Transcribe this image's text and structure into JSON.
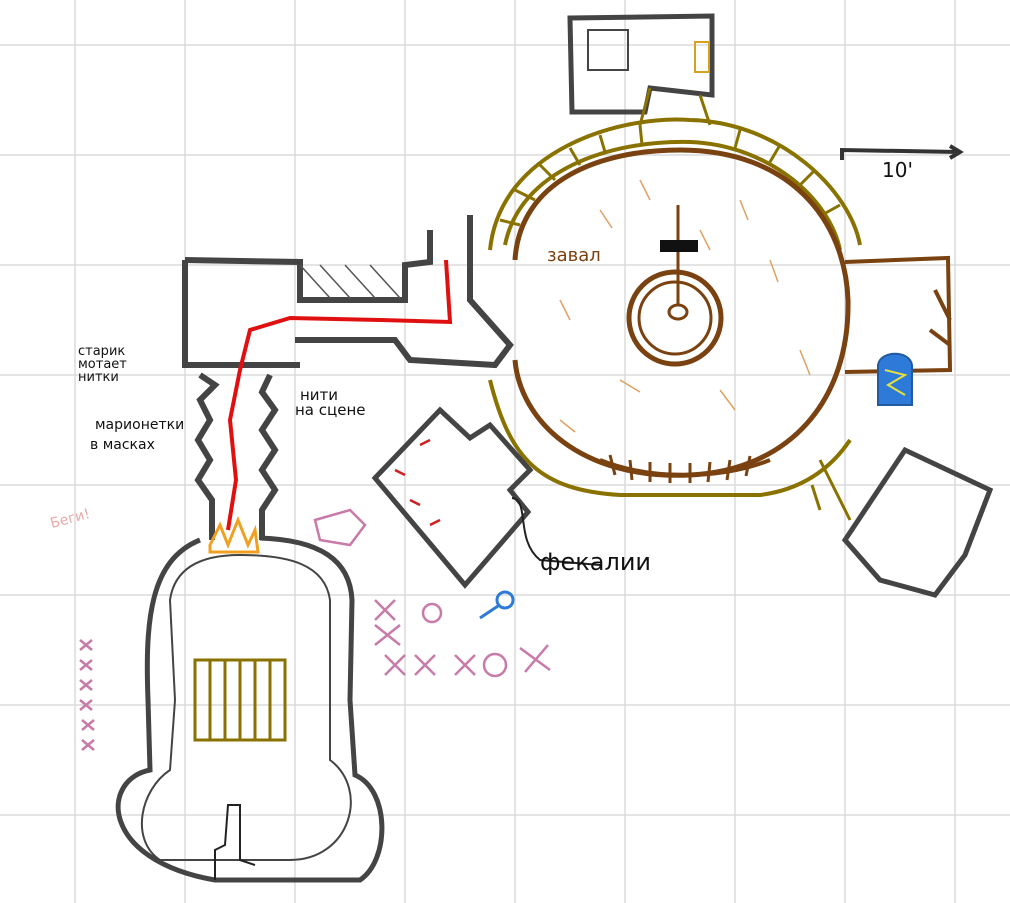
{
  "title": "Dungeon map sketch",
  "scale": {
    "label": "10'"
  },
  "labels": {
    "old_man": "старик мотает нитки",
    "marionettes_1": "марионетки",
    "marionettes_2": "в масках",
    "threads_1": "нити",
    "threads_2": "на сцене",
    "rubble": "завал",
    "feces": "фекалии",
    "run": "Беги!"
  },
  "colors": {
    "wall": "#444444",
    "ring": "#8a7200",
    "brown": "#7a4210",
    "red_path": "#e01010",
    "pink": "#c87aa8",
    "blue": "#2e7ad8",
    "grid": "#dcdcdc",
    "fire": "#f0a020"
  }
}
